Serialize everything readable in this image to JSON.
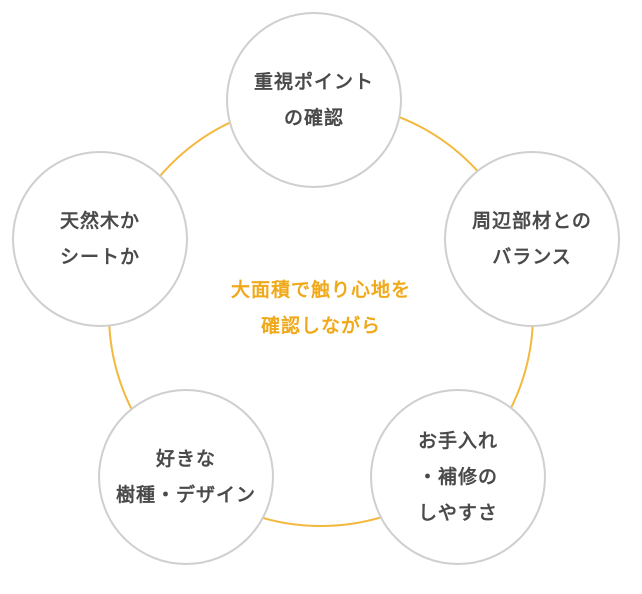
{
  "colors": {
    "ring": "#f3b93f",
    "circle_border": "#cfcfcf",
    "node_text": "#4a4a4a",
    "center_text": "#f0a91a"
  },
  "center": {
    "lines": [
      "大面積で触り心地を",
      "確認しながら"
    ]
  },
  "nodes": [
    {
      "lines": [
        "重視ポイント",
        "の確認"
      ]
    },
    {
      "lines": [
        "周辺部材との",
        "バランス"
      ]
    },
    {
      "lines": [
        "お手入れ",
        "・補修の",
        "しやすさ"
      ]
    },
    {
      "lines": [
        "好きな",
        "樹種・デザイン"
      ]
    },
    {
      "lines": [
        "天然木か",
        "シートか"
      ]
    }
  ]
}
